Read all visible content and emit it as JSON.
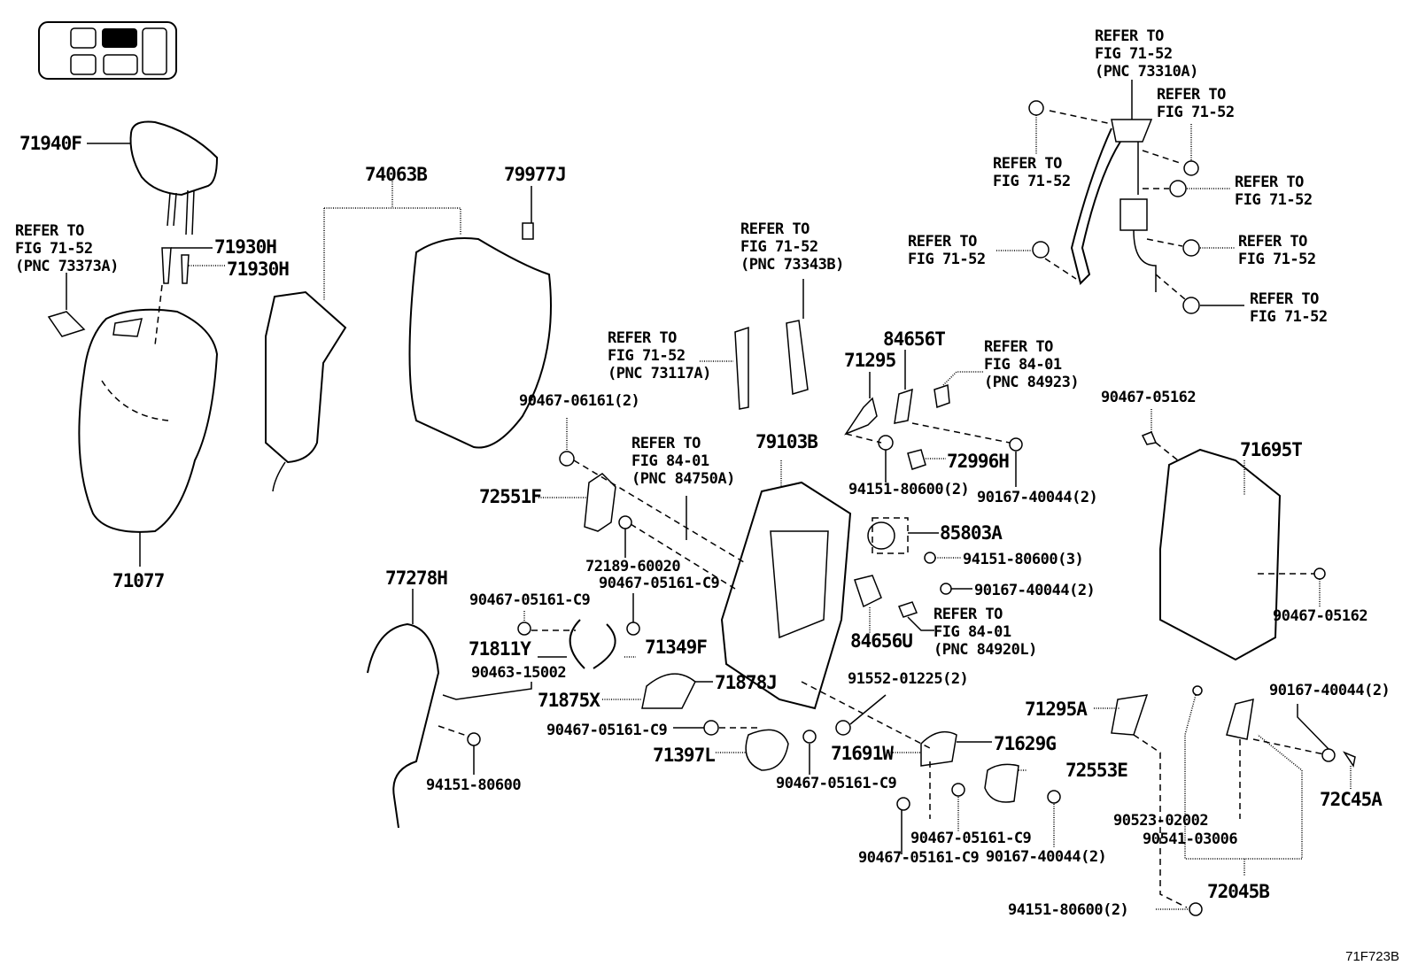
{
  "figure_id": "71F723B",
  "locator_icon": "seat-position-locator-icon",
  "parts": {
    "p71940F": "71940F",
    "p71930H_a": "71930H",
    "p71930H_b": "71930H",
    "p71077": "71077",
    "p74063B": "74063B",
    "p79977J": "79977J",
    "p90467_06161": "90467-06161(2)",
    "p72551F": "72551F",
    "p72189_60020": "72189-60020",
    "p90467_05161_c9_a": "90467-05161-C9",
    "p90467_05161_c9_b": "90467-05161-C9",
    "p77278H": "77278H",
    "p71811Y": "71811Y",
    "p71349F": "71349F",
    "p90463_15002": "90463-15002",
    "p71875X": "71875X",
    "p71878J": "71878J",
    "p90467_05161_c9_c": "90467-05161-C9",
    "p71397L": "71397L",
    "p94151_80600_a": "94151-80600",
    "p90467_05161_c9_d": "90467-05161-C9",
    "p79103B": "79103B",
    "p71295": "71295",
    "p84656T": "84656T",
    "p72996H": "72996H",
    "p94151_80600_2a": "94151-80600(2)",
    "p90167_40044_2a": "90167-40044(2)",
    "p85803A": "85803A",
    "p94151_80600_3": "94151-80600(3)",
    "p90167_40044_2b": "90167-40044(2)",
    "p84656U": "84656U",
    "p91552_01225": "91552-01225(2)",
    "p71691W": "71691W",
    "p71629G": "71629G",
    "p72553E": "72553E",
    "p90467_05161_c9_e": "90467-05161-C9",
    "p90467_05161_c9_f": "90467-05161-C9",
    "p90167_40044_2c": "90167-40044(2)",
    "p71295A": "71295A",
    "p94151_80600_2b": "94151-80600(2)",
    "p90523_02002": "90523-02002",
    "p90541_03006": "90541-03006",
    "p72045B": "72045B",
    "p90167_40044_2d": "90167-40044(2)",
    "p72C45A": "72C45A",
    "p90467_05162_a": "90467-05162",
    "p71695T": "71695T",
    "p90467_05162_b": "90467-05162"
  },
  "references": {
    "r73373A": "REFER TO\nFIG 71-52\n(PNC 73373A)",
    "r73343B": "REFER TO\nFIG 71-52\n(PNC 73343B)",
    "r73117A": "REFER TO\nFIG 71-52\n(PNC 73117A)",
    "r84750A": "REFER TO\nFIG 84-01\n(PNC 84750A)",
    "r84923": "REFER TO\nFIG 84-01\n(PNC 84923)",
    "r84920L": "REFER TO\nFIG 84-01\n(PNC 84920L)",
    "r73310A": "REFER TO\nFIG 71-52\n(PNC 73310A)",
    "r7152_a": "REFER TO\nFIG 71-52",
    "r7152_b": "REFER TO\nFIG 71-52",
    "r7152_c": "REFER TO\nFIG 71-52",
    "r7152_d": "REFER TO\nFIG 71-52",
    "r7152_e": "REFER TO\nFIG 71-52",
    "r7152_f": "REFER TO\nFIG 71-52"
  }
}
